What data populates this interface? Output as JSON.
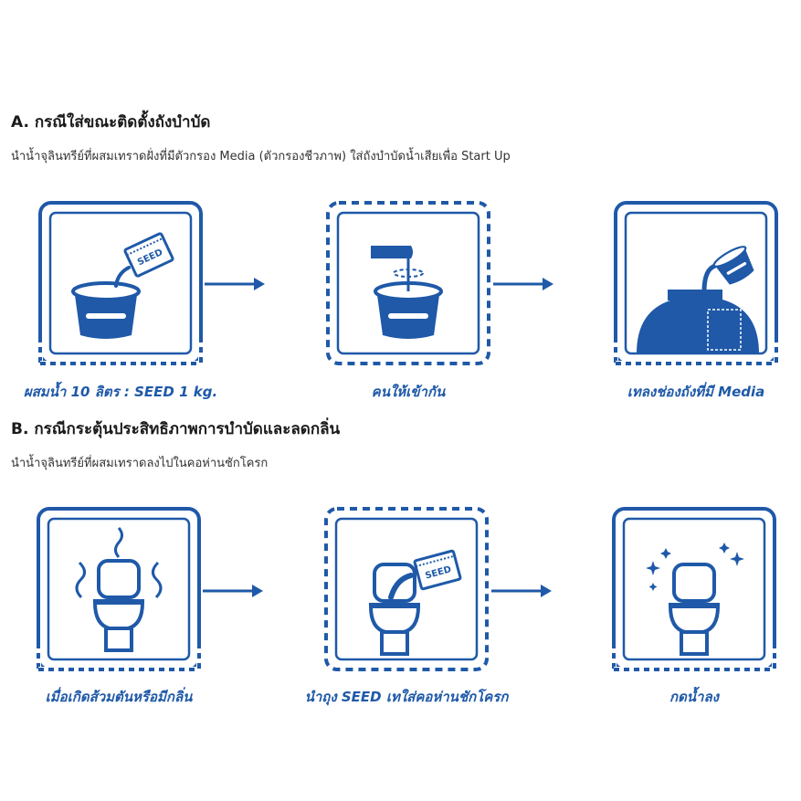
{
  "colors": {
    "brand_blue": "#1f59a8",
    "dark_blue": "#17489a",
    "text": "#1a1a1a"
  },
  "section_a": {
    "heading": "A. กรณีใส่ขณะติดตั้งถังบำบัด",
    "description": "นำน้ำจุลินทรีย์ที่ผสมเทราดฝั่งที่มีตัวกรอง Media (ตัวกรองชีวภาพ) ใส่ถังบำบัดน้ำเสียเพื่อ Start Up",
    "steps": [
      {
        "caption": "ผสมน้ำ 10 ลิตร : SEED 1 kg.",
        "icon": "pour-seed-into-bucket-icon",
        "packet_label": "SEED"
      },
      {
        "caption": "คนให้เข้ากัน",
        "icon": "stir-bucket-icon"
      },
      {
        "caption": "เทลงช่องถังที่มี Media",
        "icon": "pour-into-tank-icon"
      }
    ]
  },
  "section_b": {
    "heading": "B. กรณีกระตุ้นประสิทธิภาพการบำบัดและลดกลิ่น",
    "description": "นำน้ำจุลินทรีย์ที่ผสมเทราดลงไปในคอห่านชักโครก",
    "steps": [
      {
        "caption": "เมื่อเกิดส้วมตันหรือมีกลิ่น",
        "icon": "smelly-toilet-icon"
      },
      {
        "caption": "นำถุง SEED เทใส่คอห่านชักโครก",
        "icon": "pour-seed-into-toilet-icon",
        "packet_label": "SEED"
      },
      {
        "caption": "กดน้ำลง",
        "icon": "clean-toilet-icon"
      }
    ]
  }
}
